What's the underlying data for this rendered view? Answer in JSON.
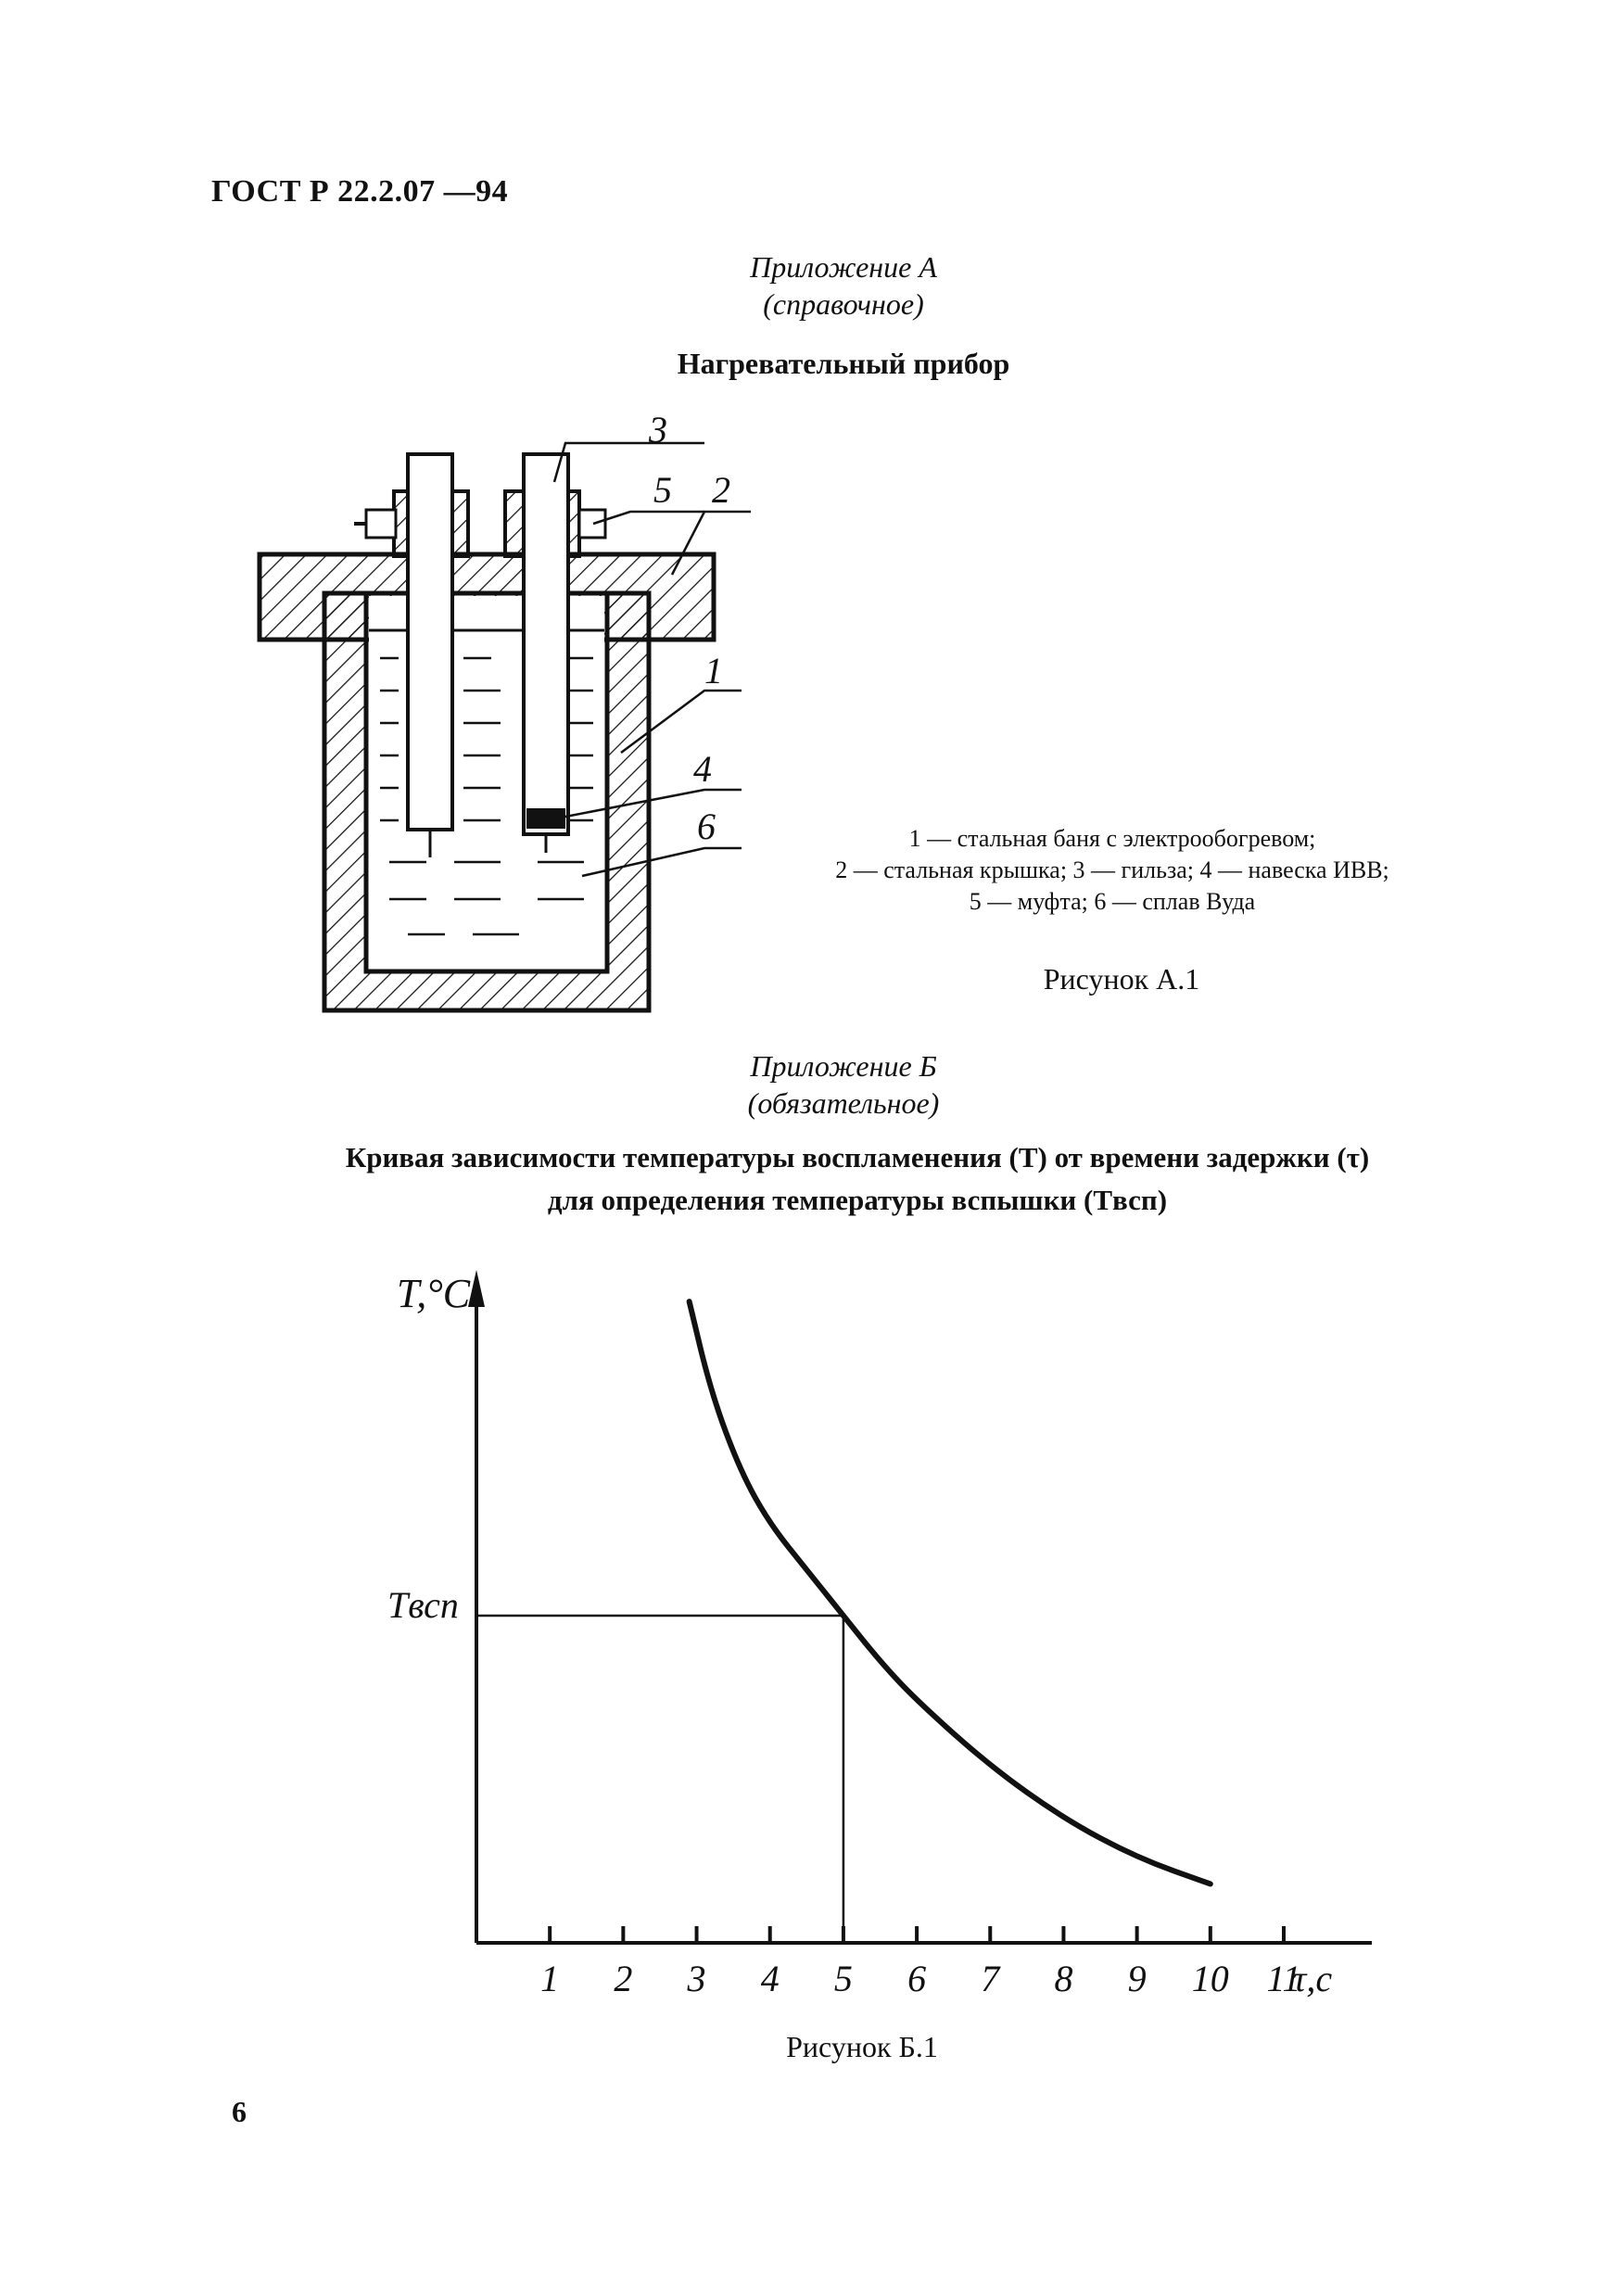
{
  "header": {
    "doc_code": "ГОСТ Р 22.2.07 —94"
  },
  "appendix_a": {
    "title": "Приложение А",
    "subtitle": "(справочное)",
    "heading": "Нагревательный прибор",
    "callouts": [
      "3",
      "5",
      "2",
      "1",
      "4",
      "6"
    ],
    "legend_lines": [
      "1 — стальная баня с электрообогревом;",
      "2 — стальная крышка; 3 — гильза; 4 — навеска ИВВ;",
      "5 — муфта; 6 — сплав Вуда"
    ],
    "figure_caption": "Рисунок А.1"
  },
  "appendix_b": {
    "title": "Приложение Б",
    "subtitle": "(обязательное)",
    "heading_line1": "Кривая зависимости температуры воспламенения (T) от времени задержки (τ)",
    "heading_line2": "для определения температуры вспышки (Tвсп)",
    "figure_caption": "Рисунок Б.1"
  },
  "chart_data": {
    "type": "line",
    "ylabel": "T,°C",
    "xlabel": "τ,с",
    "x_ticks": [
      "1",
      "2",
      "3",
      "4",
      "5",
      "6",
      "7",
      "8",
      "9",
      "10",
      "11"
    ],
    "y_marker_label": "Tвсп",
    "xlim": [
      0,
      12.2
    ],
    "ylim": [
      0,
      1
    ],
    "series": [
      {
        "x": [
          2.9,
          3.2,
          3.6,
          4.0,
          4.5,
          5.0,
          5.5,
          6.0,
          7.0,
          8.0,
          9.0,
          10.0
        ],
        "y": [
          0.98,
          0.84,
          0.72,
          0.64,
          0.57,
          0.5,
          0.43,
          0.37,
          0.27,
          0.19,
          0.13,
          0.09
        ]
      }
    ],
    "marker": {
      "x": 5,
      "y": 0.5
    },
    "grid": false
  },
  "page_number": "6"
}
